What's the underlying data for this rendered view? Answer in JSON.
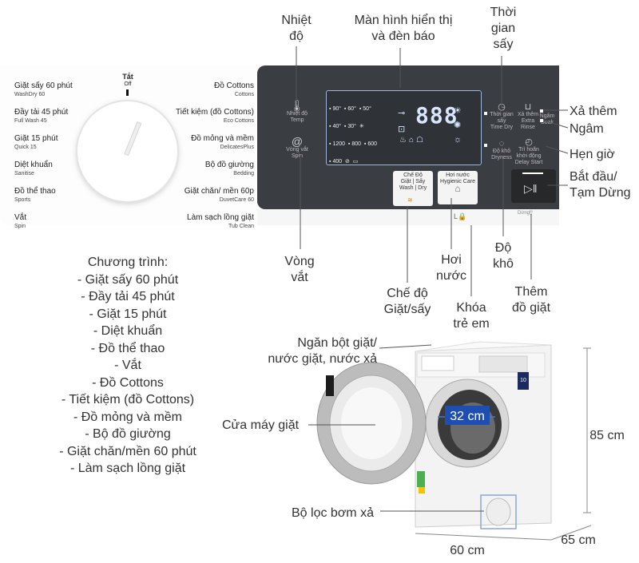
{
  "callouts": {
    "nhiet_do": "Nhiệt\nđộ",
    "man_hinh": "Màn hình hiển thị\nvà đèn báo",
    "thoi_gian_say": "Thời\ngian\nsấy",
    "xa_them": "Xả thêm",
    "ngam": "Ngâm",
    "hen_gio": "Hẹn giờ",
    "bat_dau": "Bắt đầu/\nTạm Dừng",
    "vong_vat": "Vòng\nvắt",
    "hoi_nuoc": "Hơi\nnước",
    "do_kho": "Độ\nkhô",
    "che_do": "Chế độ\nGiặt/sấy",
    "khoa_tre_em": "Khóa\ntrẻ em",
    "them_do_giat": "Thêm\nđồ giặt",
    "ngan_bot": "Ngăn bột giặt/\nnước giặt, nước xả",
    "cua_may": "Cửa máy giặt",
    "bo_loc": "Bộ lọc bơm xả",
    "height": "85 cm",
    "width": "60 cm",
    "depth": "65 cm",
    "drum": "32 cm"
  },
  "program_list": {
    "heading": "Chương trình:",
    "items": [
      "- Giặt sấy 60 phút",
      "- Đầy tải 45 phút",
      "- Giặt 15 phút",
      "- Diệt khuẩn",
      "- Đồ thể thao",
      "- Vắt",
      "- Đồ Cottons",
      "- Tiết kiệm (đồ Cottons)",
      "- Đồ mỏng và mềm",
      "- Bộ đồ giường",
      "- Giặt chăn/mền 60 phút",
      "- Làm sạch lồng giặt"
    ]
  },
  "panel": {
    "off_label": "Tắt",
    "off_en": "Off",
    "left_programs": [
      {
        "vi": "Giặt sấy 60 phút",
        "en": "WashDry 60"
      },
      {
        "vi": "Đầy tải 45 phút",
        "en": "Full Wash 45"
      },
      {
        "vi": "Giặt 15 phút",
        "en": "Quick 15"
      },
      {
        "vi": "Diệt khuẩn",
        "en": "Sanitise"
      },
      {
        "vi": "Đồ thể thao",
        "en": "Sports"
      },
      {
        "vi": "Vắt",
        "en": "Spin"
      }
    ],
    "right_programs": [
      {
        "vi": "Đồ Cottons",
        "en": "Cottons"
      },
      {
        "vi": "Tiết kiệm (đồ Cottons)",
        "en": "Eco Cottons"
      },
      {
        "vi": "Đồ mỏng và mềm",
        "en": "DelicatesPlus"
      },
      {
        "vi": "Bộ đồ giường",
        "en": "Bedding"
      },
      {
        "vi": "Giặt chăn/ mền 60p",
        "en": "DuvetCare 60"
      },
      {
        "vi": "Làm sạch lồng giặt",
        "en": "Tub Clean"
      }
    ],
    "temp_label": "Nhiệt độ",
    "temp_en": "Temp",
    "spin_label": "Vòng vắt",
    "spin_en": "Spin",
    "temps": [
      "90°",
      "60°",
      "50°",
      "40°",
      "30°",
      "1200",
      "800",
      "600",
      "400"
    ],
    "display_digits": "888",
    "drytime_label": "Thời gian sấy",
    "drytime_en": "Time Dry",
    "drylevel_label": "Độ khô",
    "drylevel_en": "Dryness",
    "rinse_label": "Xả thêm",
    "rinse_en": "Extra Rinse",
    "soak_label": "Ngâm",
    "soak_en": "Soak",
    "delay_label": "Trì hoãn khởi động",
    "delay_en": "Delay Start",
    "mode_btn": "Chế Độ\nGiặt | Sấy\nWash | Dry",
    "steam_btn": "Hơi nước\nHygienic Care",
    "add_label": "Dừng"
  },
  "machine": {
    "energy_badge": "10"
  }
}
